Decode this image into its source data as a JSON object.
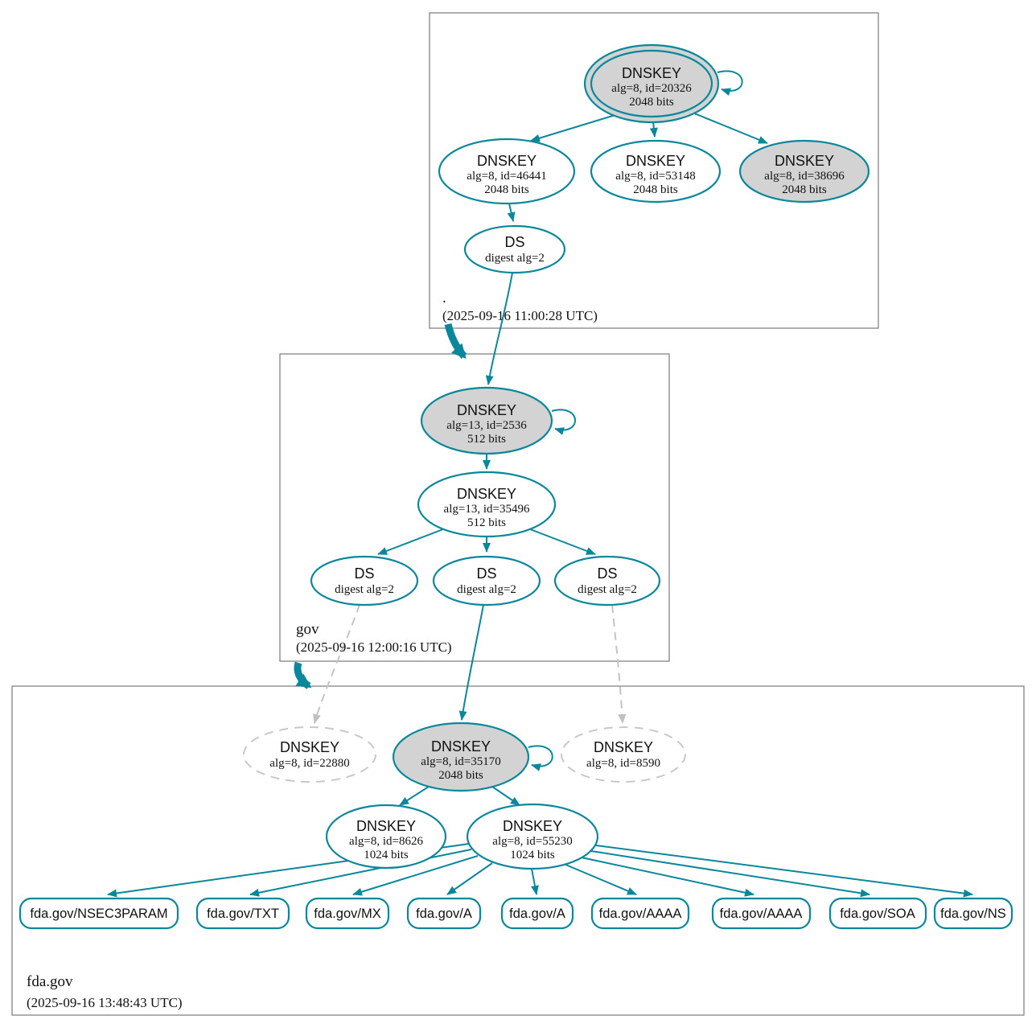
{
  "diagram": {
    "kind": "DNSSEC authentication chain graph",
    "colors": {
      "secure": "#0a879a",
      "ksk_fill": "#d3d3d3",
      "missing_dashed": "#c9c9c9",
      "zone_border": "#7a7a7a",
      "text": "#111111"
    }
  },
  "root_zone": {
    "label": ".",
    "timestamp": "(2025-09-16 11:00:28 UTC)",
    "ksk": {
      "title": "DNSKEY",
      "detail": "alg=8, id=20326",
      "bits": "2048 bits"
    },
    "zsk1": {
      "title": "DNSKEY",
      "detail": "alg=8, id=46441",
      "bits": "2048 bits"
    },
    "zsk2": {
      "title": "DNSKEY",
      "detail": "alg=8, id=53148",
      "bits": "2048 bits"
    },
    "zsk3": {
      "title": "DNSKEY",
      "detail": "alg=8, id=38696",
      "bits": "2048 bits"
    },
    "ds": {
      "title": "DS",
      "detail": "digest alg=2"
    }
  },
  "gov_zone": {
    "label": "gov",
    "timestamp": "(2025-09-16 12:00:16 UTC)",
    "ksk": {
      "title": "DNSKEY",
      "detail": "alg=13, id=2536",
      "bits": "512 bits"
    },
    "zsk": {
      "title": "DNSKEY",
      "detail": "alg=13, id=35496",
      "bits": "512 bits"
    },
    "ds1": {
      "title": "DS",
      "detail": "digest alg=2"
    },
    "ds2": {
      "title": "DS",
      "detail": "digest alg=2"
    },
    "ds3": {
      "title": "DS",
      "detail": "digest alg=2"
    }
  },
  "fda_zone": {
    "label": "fda.gov",
    "timestamp": "(2025-09-16 13:48:43 UTC)",
    "missing_key_left": {
      "title": "DNSKEY",
      "detail": "alg=8, id=22880"
    },
    "missing_key_right": {
      "title": "DNSKEY",
      "detail": "alg=8, id=8590"
    },
    "ksk": {
      "title": "DNSKEY",
      "detail": "alg=8, id=35170",
      "bits": "2048 bits"
    },
    "zsk1": {
      "title": "DNSKEY",
      "detail": "alg=8, id=8626",
      "bits": "1024 bits"
    },
    "zsk2": {
      "title": "DNSKEY",
      "detail": "alg=8, id=55230",
      "bits": "1024 bits"
    },
    "rrsets": [
      "fda.gov/NSEC3PARAM",
      "fda.gov/TXT",
      "fda.gov/MX",
      "fda.gov/A",
      "fda.gov/A",
      "fda.gov/AAAA",
      "fda.gov/AAAA",
      "fda.gov/SOA",
      "fda.gov/NS"
    ]
  }
}
